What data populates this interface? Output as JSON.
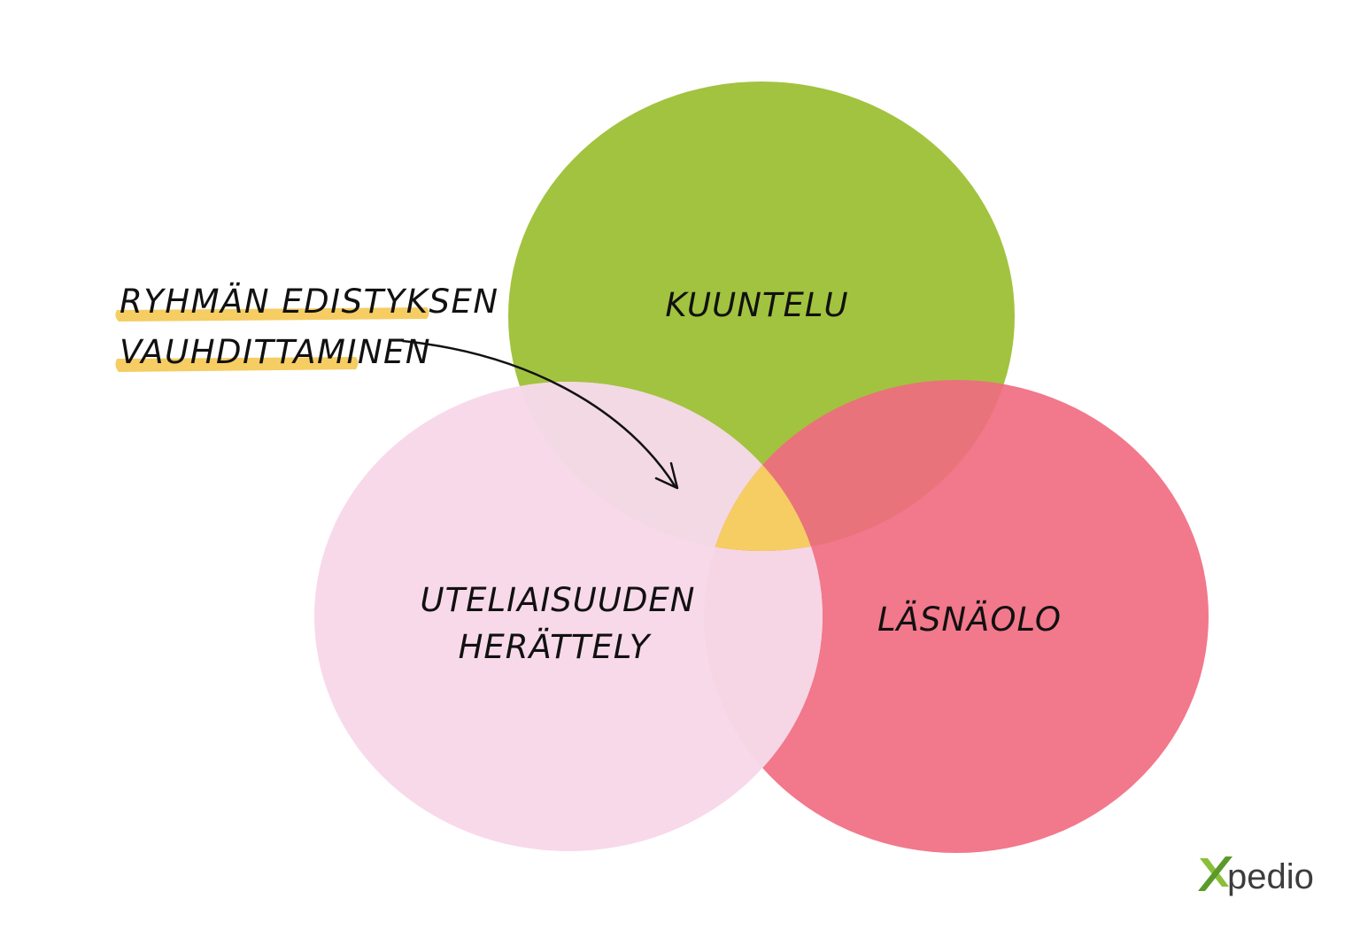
{
  "diagram": {
    "type": "venn",
    "circles": [
      {
        "id": "top",
        "label": "KUUNTELU",
        "color": "#a2c33f"
      },
      {
        "id": "left",
        "label_lines": [
          "UTELIAISUUDEN",
          "HERÄTTELY"
        ],
        "color": "#f8d9ea"
      },
      {
        "id": "right",
        "label": "LÄSNÄOLO",
        "color": "#f2788b"
      }
    ],
    "center_color": "#f6cd63",
    "callout": {
      "lines": [
        "RYHMÄN EDISTYKSEN",
        "VAUHDITTAMINEN"
      ],
      "highlight_color": "#f6cd63"
    }
  },
  "logo": {
    "text": "pedio",
    "x_colors": [
      "#8bbf3a",
      "#5a9a2a"
    ]
  }
}
